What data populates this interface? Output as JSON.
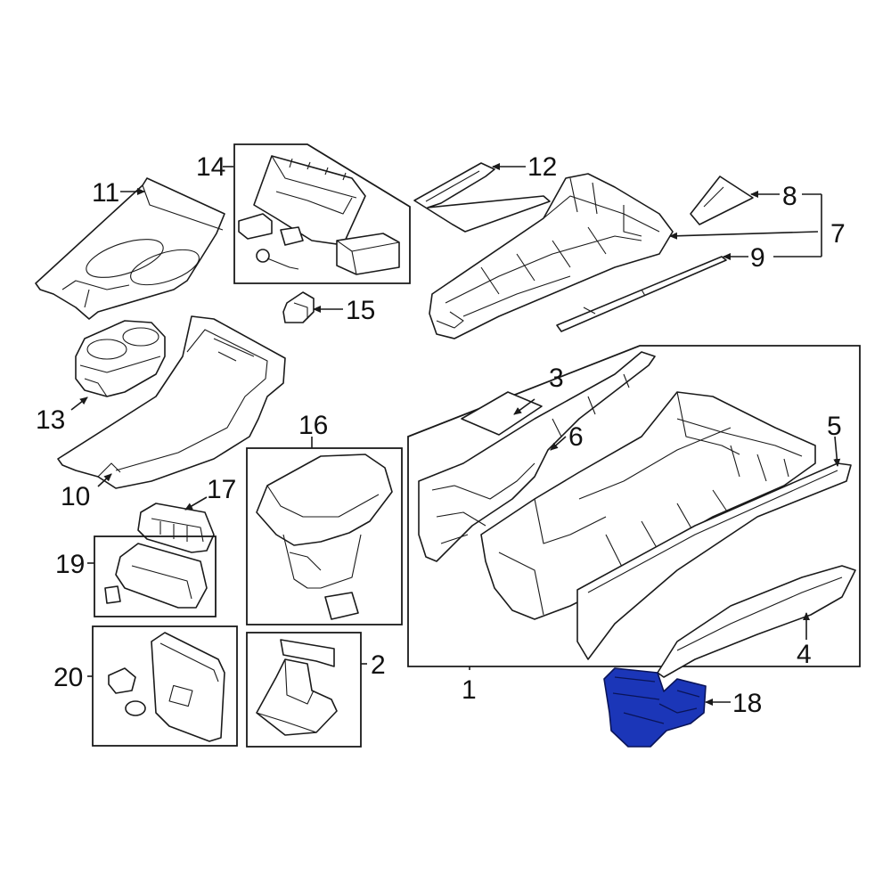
{
  "callouts": {
    "c1": "1",
    "c2": "2",
    "c3": "3",
    "c4": "4",
    "c5": "5",
    "c6": "6",
    "c7": "7",
    "c8": "8",
    "c9": "9",
    "c10": "10",
    "c11": "11",
    "c12": "12",
    "c13": "13",
    "c14": "14",
    "c15": "15",
    "c16": "16",
    "c17": "17",
    "c18": "18",
    "c19": "19",
    "c20": "20"
  },
  "highlight": {
    "part": "18",
    "color": "#1b36b8"
  }
}
